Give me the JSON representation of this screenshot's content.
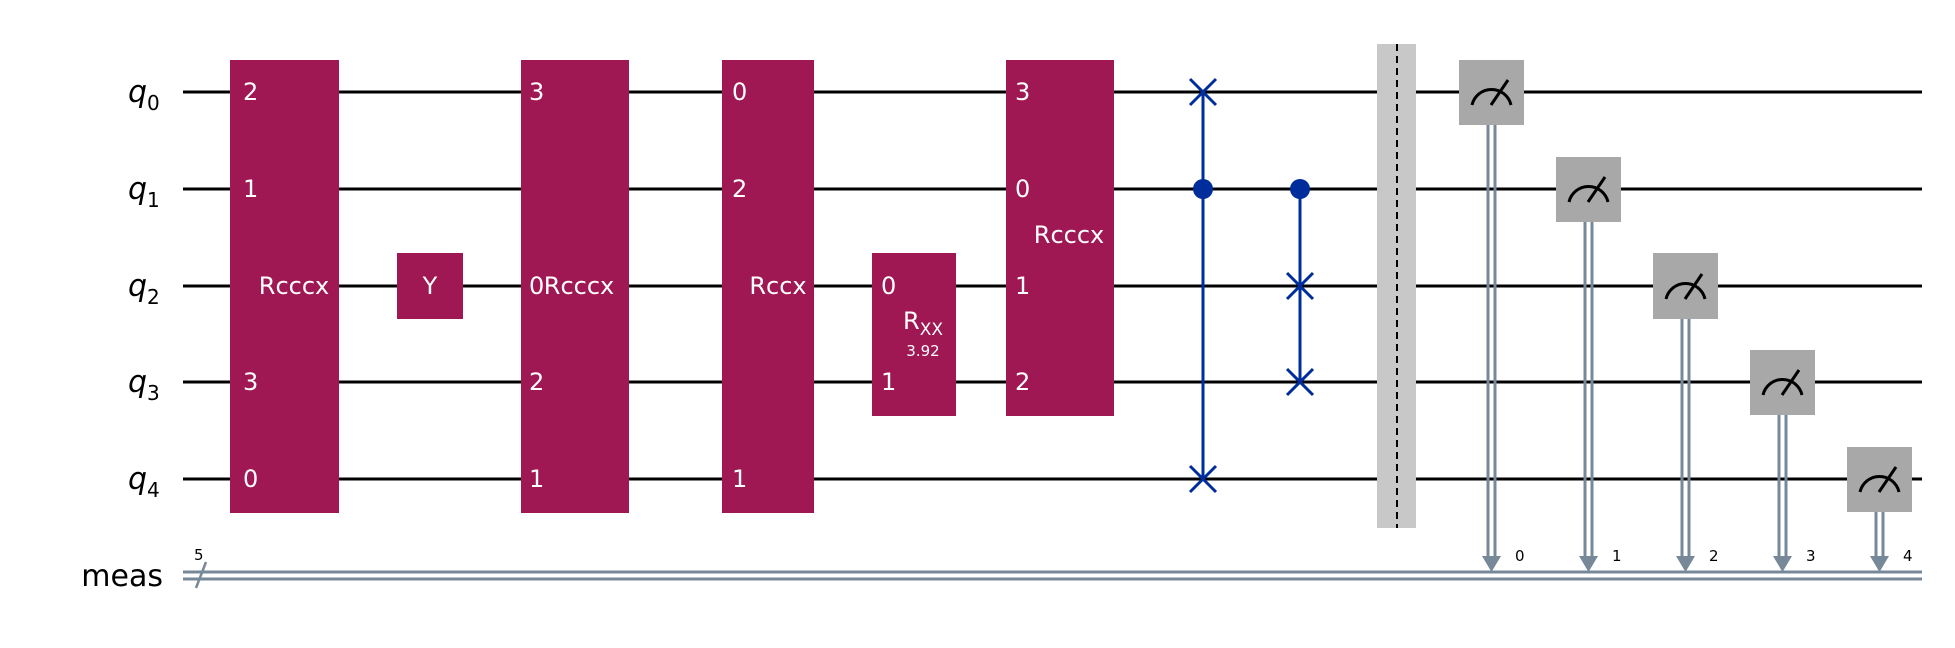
{
  "colors": {
    "multi_gate": "#9f1853",
    "swap": "#002d9c",
    "measure": "#a8a8a8",
    "classical": "#778899",
    "barrier": "#c8c8c8",
    "wire": "#000000",
    "text_light": "#ffffff"
  },
  "qubits": [
    {
      "sym": "q",
      "sub": "0"
    },
    {
      "sym": "q",
      "sub": "1"
    },
    {
      "sym": "q",
      "sub": "2"
    },
    {
      "sym": "q",
      "sub": "3"
    },
    {
      "sym": "q",
      "sub": "4"
    }
  ],
  "classical": {
    "label": "meas",
    "width": "5"
  },
  "gates": [
    {
      "label": "Rcccx",
      "pins": [
        {
          "q": 0,
          "t": "2"
        },
        {
          "q": 1,
          "t": "1"
        },
        {
          "q": 3,
          "t": "3"
        },
        {
          "q": 4,
          "t": "0"
        }
      ]
    },
    {
      "label": "Y",
      "qubit": 2
    },
    {
      "label": "Rcccx",
      "pins": [
        {
          "q": 0,
          "t": "3"
        },
        {
          "q": 2,
          "t": "0"
        },
        {
          "q": 3,
          "t": "2"
        },
        {
          "q": 4,
          "t": "1"
        }
      ]
    },
    {
      "label": "Rccx",
      "pins": [
        {
          "q": 0,
          "t": "0"
        },
        {
          "q": 1,
          "t": "2"
        },
        {
          "q": 4,
          "t": "1"
        }
      ]
    },
    {
      "label_main": "R",
      "label_sub": "XX",
      "param": "3.92",
      "pins": [
        {
          "q": 2,
          "t": "0"
        },
        {
          "q": 3,
          "t": "1"
        }
      ]
    },
    {
      "label": "Rcccx",
      "pins": [
        {
          "q": 0,
          "t": "3"
        },
        {
          "q": 1,
          "t": "0"
        },
        {
          "q": 2,
          "t": "1"
        },
        {
          "q": 3,
          "t": "2"
        }
      ]
    },
    {
      "type": "cswap",
      "control": 1,
      "targets": [
        0,
        4
      ]
    },
    {
      "type": "cswap",
      "control": 1,
      "targets": [
        2,
        3
      ]
    },
    {
      "type": "barrier"
    },
    {
      "type": "measure",
      "qubit": 0,
      "cbit": "0"
    },
    {
      "type": "measure",
      "qubit": 1,
      "cbit": "1"
    },
    {
      "type": "measure",
      "qubit": 2,
      "cbit": "2"
    },
    {
      "type": "measure",
      "qubit": 3,
      "cbit": "3"
    },
    {
      "type": "measure",
      "qubit": 4,
      "cbit": "4"
    }
  ]
}
